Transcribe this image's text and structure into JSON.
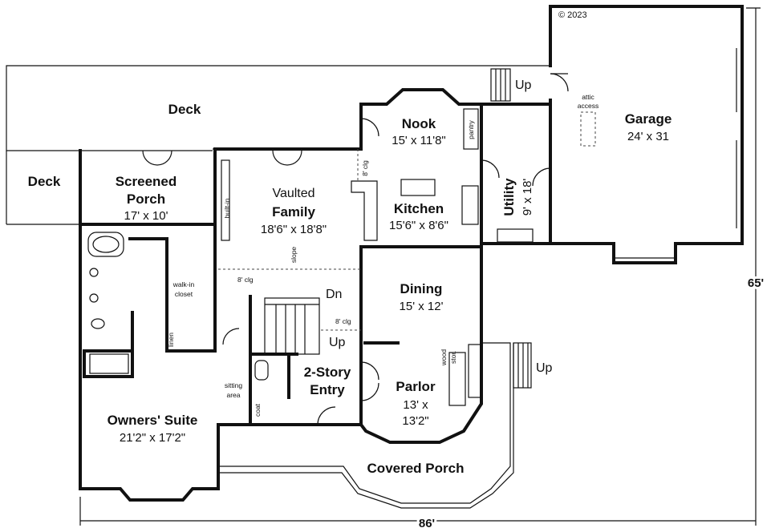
{
  "copyright": "© 2023",
  "rooms": {
    "deck_top": {
      "name": "Deck"
    },
    "deck_left": {
      "name": "Deck"
    },
    "screened_porch": {
      "name_line1": "Screened",
      "name_line2": "Porch",
      "dims": "17' x 10'"
    },
    "nook": {
      "name": "Nook",
      "dims": "15' x 11'8\""
    },
    "garage": {
      "name": "Garage",
      "dims": "24' x 31"
    },
    "vaulted_family": {
      "name_line1": "Vaulted",
      "name_line2": "Family",
      "dims": "18'6\" x 18'8\""
    },
    "kitchen": {
      "name": "Kitchen",
      "dims": "15'6\" x 8'6\""
    },
    "utility": {
      "name": "Utility",
      "dims": "9' x 18'"
    },
    "dining": {
      "name": "Dining",
      "dims": "15' x 12'"
    },
    "entry": {
      "name_line1": "2-Story",
      "name_line2": "Entry"
    },
    "parlor": {
      "name": "Parlor",
      "dims_line1": "13' x",
      "dims_line2": "13'2\""
    },
    "owners_suite": {
      "name": "Owners' Suite",
      "dims": "21'2\" x 17'2\""
    },
    "covered_porch": {
      "name": "Covered Porch"
    }
  },
  "labels": {
    "pantry": "pantry",
    "attic_access_1": "attic",
    "attic_access_2": "access",
    "built_in": "built-in",
    "slope": "slope",
    "clg_family": "8' clg",
    "clg_nook": "8' clg",
    "clg_stair": "8' clg",
    "walk_in_1": "walk-in",
    "walk_in_2": "closet",
    "linen": "linen",
    "sitting_1": "sitting",
    "sitting_2": "area",
    "coat": "coat",
    "wood_stor_1": "wood",
    "wood_stor_2": "stor."
  },
  "stairs": {
    "up_deck": "Up",
    "up_porch": "Up",
    "dn_stair": "Dn",
    "up_stair": "Up"
  },
  "dimensions": {
    "overall_width": "86'",
    "overall_depth": "65'"
  }
}
